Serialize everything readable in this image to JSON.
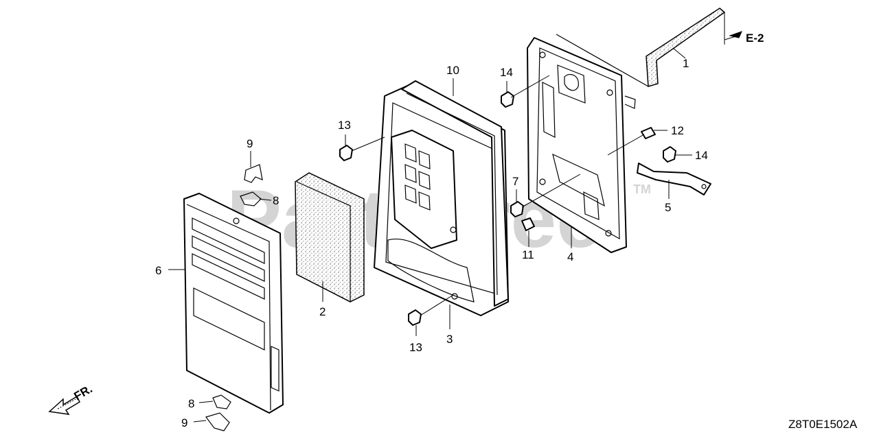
{
  "diagram": {
    "code": "Z8T0E1502A",
    "reference": "E-2",
    "direction": "FR.",
    "watermark": "PartsTree",
    "trademark": "TM",
    "callouts": {
      "c1": "1",
      "c2": "2",
      "c3": "3",
      "c4": "4",
      "c5": "5",
      "c6": "6",
      "c7": "7",
      "c8a": "8",
      "c8b": "8",
      "c9a": "9",
      "c9b": "9",
      "c10": "10",
      "c11": "11",
      "c12": "12",
      "c13a": "13",
      "c13b": "13",
      "c14a": "14",
      "c14b": "14"
    }
  }
}
